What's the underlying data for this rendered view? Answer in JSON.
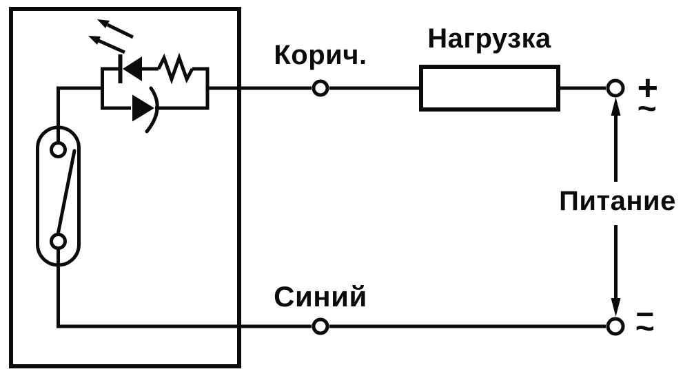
{
  "labels": {
    "brown_wire": "Корич.",
    "blue_wire": "Синий",
    "load": "Нагрузка",
    "power_supply": "Питание",
    "plus": "+",
    "minus": "−",
    "ac_top": "~",
    "ac_bottom": "~"
  },
  "colors": {
    "ink": "#0b0b0b",
    "background": "#ffffff"
  },
  "components": {
    "sensor_box": "sensor-housing-outline",
    "reed_switch": "reed-switch-icon",
    "led": "led-indicator-icon",
    "protection_diode": "diode-curved-cathode-icon",
    "resistor": "resistor-zigzag-icon",
    "load_box": "load-block-outline",
    "power_arrow": "double-headed-power-arrow"
  }
}
